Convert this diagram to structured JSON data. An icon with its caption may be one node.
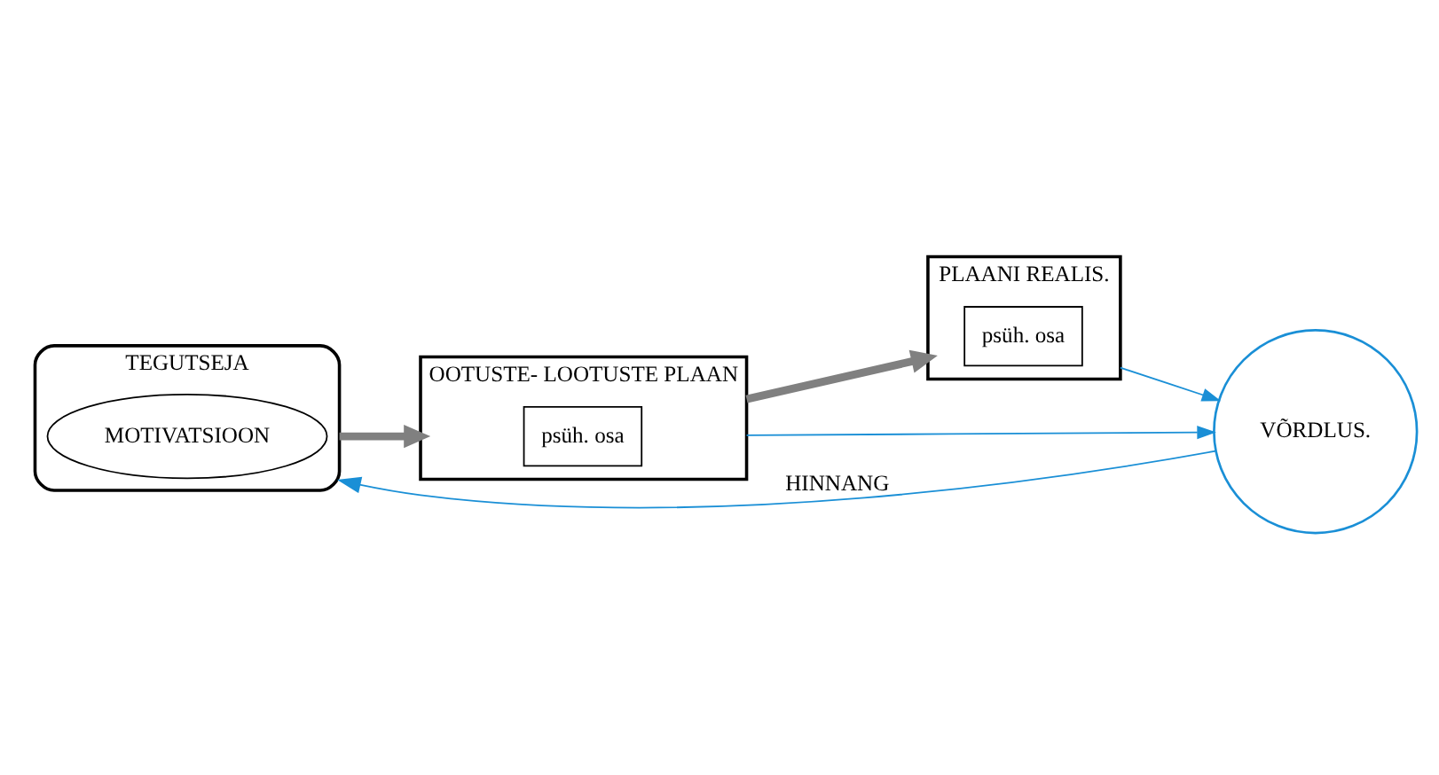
{
  "diagram": {
    "nodes": [
      {
        "text": [
          "TEGUTSEJA"
        ]
      },
      {
        "text": [
          "MOTIVATSIOON"
        ],
        "in": 0
      },
      {
        "text": [
          "OOTUSTE- LOOTUSTE PLAAN"
        ]
      },
      {
        "text": [
          "psüh. osa"
        ],
        "in": 2
      },
      {
        "text": [
          "PLAANI REALIS."
        ]
      },
      {
        "text": [
          "psüh. osa"
        ],
        "in": 4
      },
      {
        "text": [
          "VÕRDLUS."
        ]
      }
    ],
    "edges": [
      {
        "from": 0,
        "to": 2,
        "arrow": "to",
        "style": "thick",
        "color": "#808080"
      },
      {
        "from": 2,
        "to": 4,
        "arrow": "to",
        "style": "thick",
        "color": "#808080"
      },
      {
        "from": 2,
        "to": 6,
        "arrow": "to"
      },
      {
        "from": 4,
        "to": 6,
        "arrow": "to"
      },
      {
        "from": 6,
        "to": 0,
        "arrow": "to",
        "label": "HINNANG"
      }
    ]
  }
}
